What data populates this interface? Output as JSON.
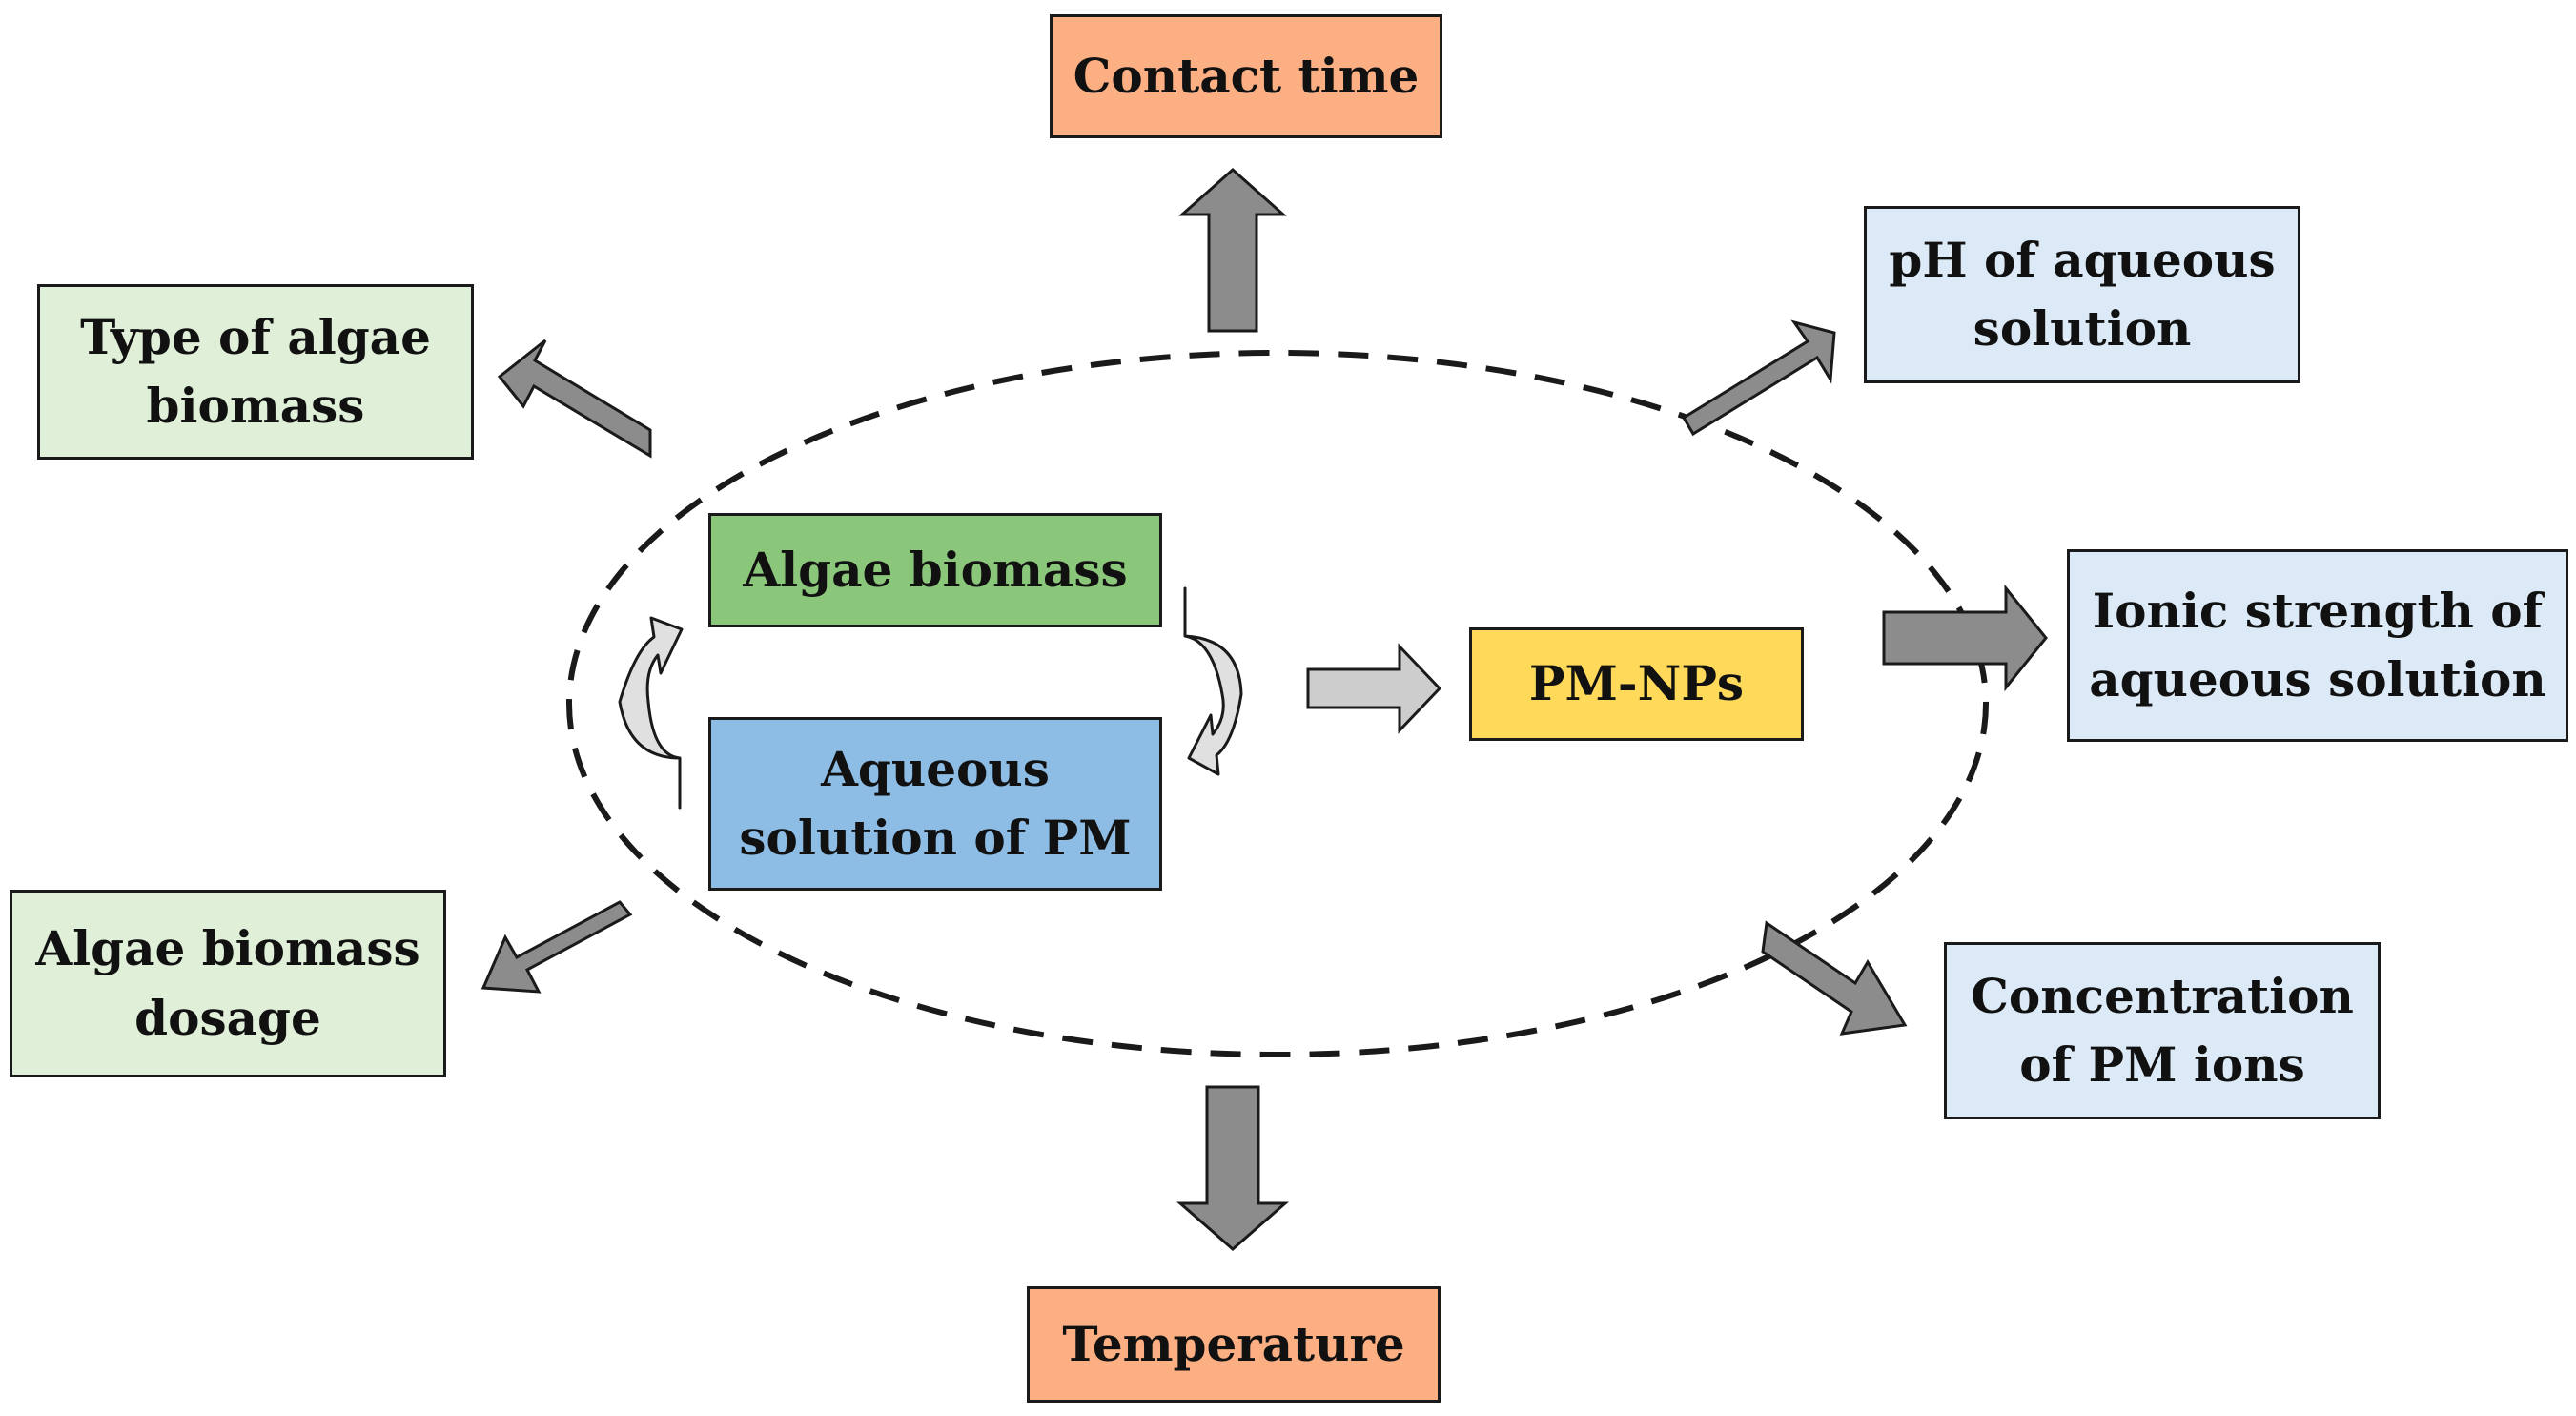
{
  "colors": {
    "orange_fill": "#FBAF82",
    "green_light_fill": "#DFEFD8",
    "green_fill": "#8BC77A",
    "blue_fill": "#8DBCE4",
    "blue_light_fill": "#DCE9F6",
    "yellow_fill": "#FFD95A",
    "arrow_gray": "#8C8C8C",
    "arrow_light": "#CDCDCD",
    "outline": "#1a1a1a"
  },
  "center": {
    "algae_biomass": "Algae biomass",
    "aqueous_solution_line1": "Aqueous",
    "aqueous_solution_line2": "solution of PM",
    "product": "PM-NPs"
  },
  "factors": {
    "contact_time": "Contact time",
    "temperature": "Temperature",
    "type_of_algae_line1": "Type of algae",
    "type_of_algae_line2": "biomass",
    "algae_dosage_line1": "Algae biomass",
    "algae_dosage_line2": "dosage",
    "ph_line1": "pH of aqueous",
    "ph_line2": "solution",
    "ionic_line1": "Ionic strength of",
    "ionic_line2": "aqueous solution",
    "concentration_line1": "Concentration",
    "concentration_line2": "of PM ions"
  }
}
